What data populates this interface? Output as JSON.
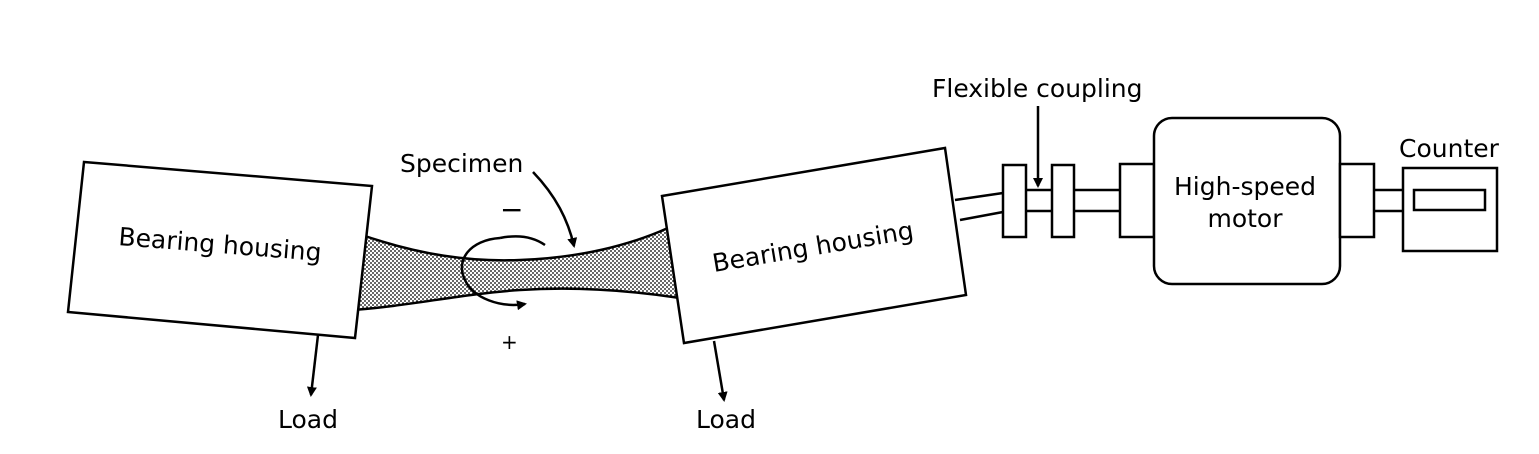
{
  "labels": {
    "left_housing": "Bearing housing",
    "right_housing": "Bearing housing",
    "specimen": "Specimen",
    "minus": "−",
    "plus": "+",
    "load_left": "Load",
    "load_right": "Load",
    "flexible_coupling": "Flexible coupling",
    "motor_line1": "High-speed",
    "motor_line2": "motor",
    "counter": "Counter"
  },
  "colors": {
    "ink": "#000000",
    "specimen_fill": "#9a9a9a",
    "background": "#ffffff"
  }
}
